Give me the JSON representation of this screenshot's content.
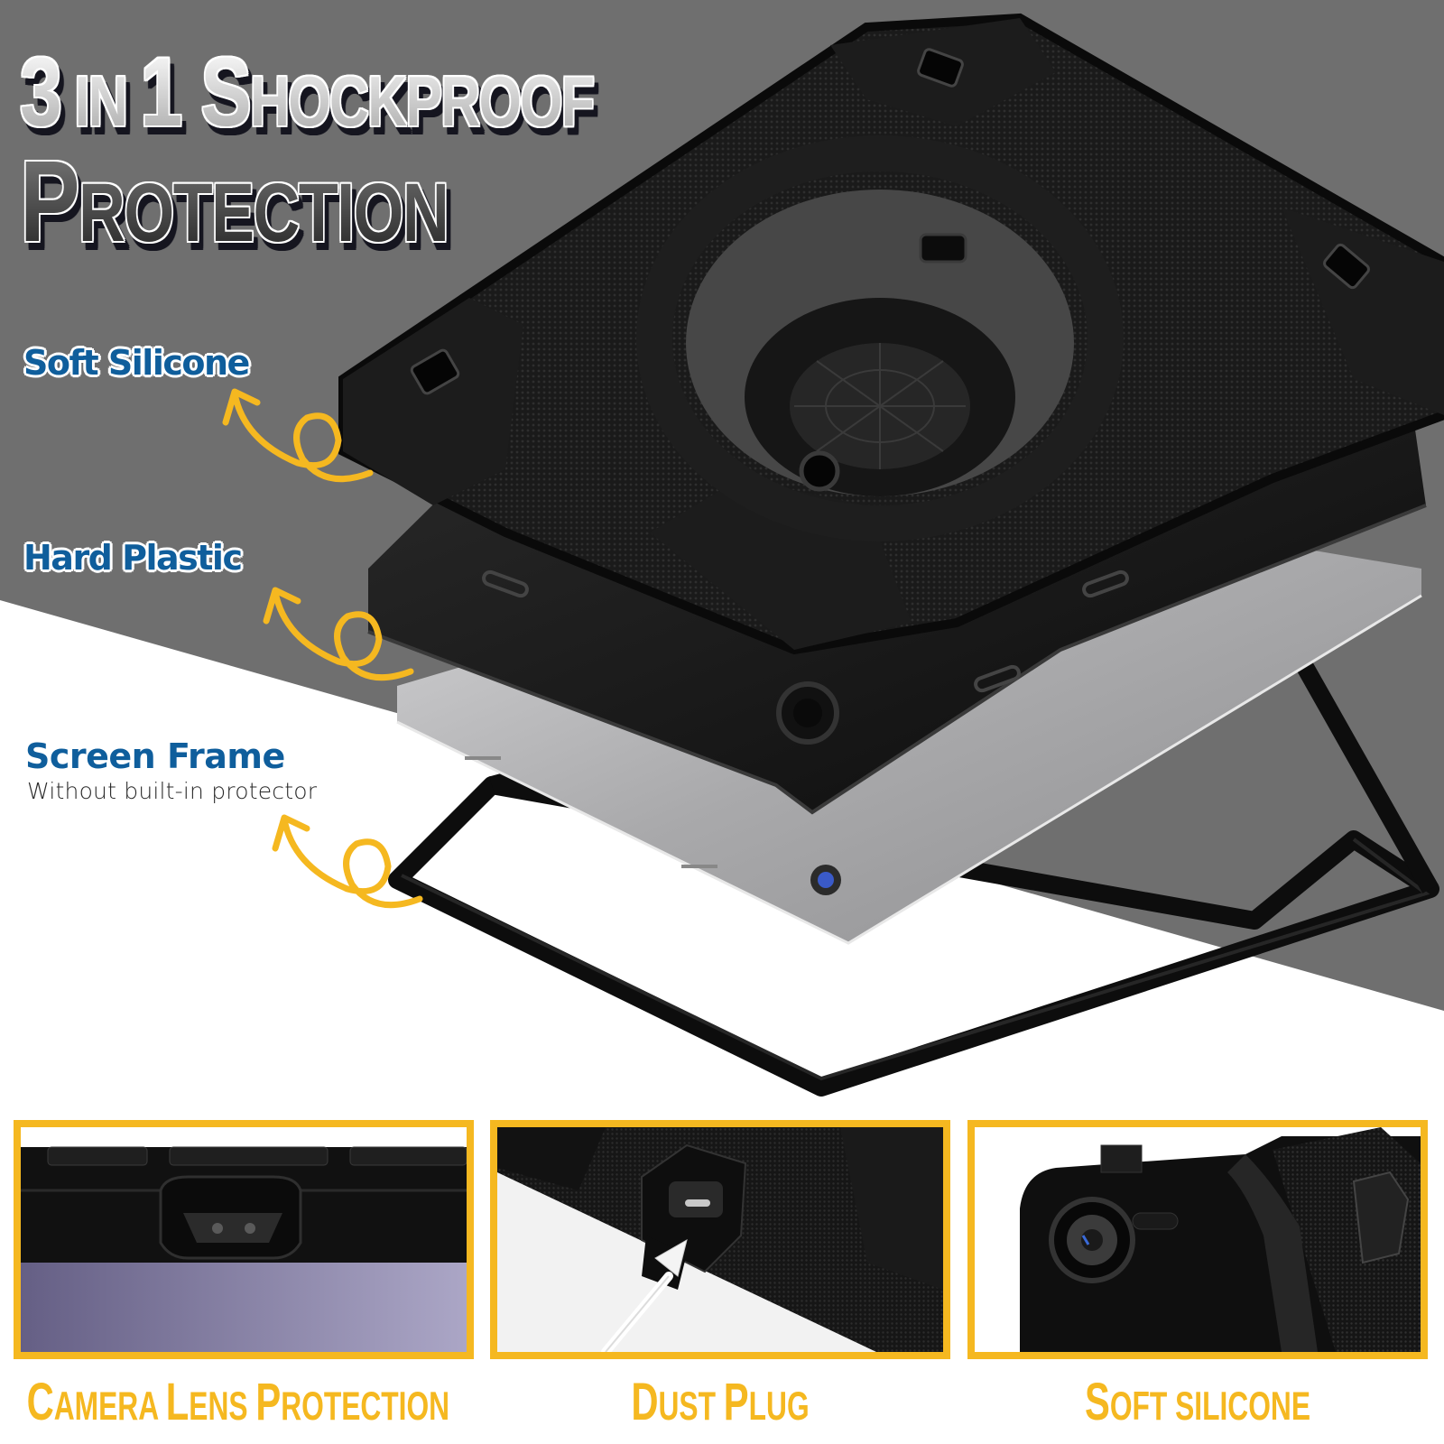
{
  "headline": {
    "line1": {
      "big1": "3",
      "small1": " in ",
      "big2": "1 S",
      "small2": "hockproof"
    },
    "line2": {
      "big": "P",
      "small": "rotection"
    },
    "full_text": "3 in 1 Shockproof Protection"
  },
  "layers": [
    {
      "label": "Soft Silicone"
    },
    {
      "label": "Hard Plastic"
    },
    {
      "label": "Screen Frame",
      "sublabel": "Without built-in protector"
    }
  ],
  "feature_panels": [
    {
      "caption_big": "C",
      "caption_small": "amera ",
      "caption_big2": "L",
      "caption_small2": "ens ",
      "caption_big3": "P",
      "caption_small3": "rotection",
      "caption": "Camera Lens Protection",
      "image": "camera-cutout-closeup"
    },
    {
      "caption_big": "D",
      "caption_small": "ust ",
      "caption_big2": "P",
      "caption_small2": "lug",
      "caption": "Dust Plug",
      "image": "usb-c-port-dust-plug-closeup"
    },
    {
      "caption_big": "S",
      "caption_small": "oft silicone",
      "caption": "Soft silicone",
      "image": "corner-bumper-closeup"
    }
  ],
  "colors": {
    "background_gray": "#6f6f6f",
    "background_white": "#ffffff",
    "accent_yellow": "#f5b820",
    "label_blue": "#0f5e9c",
    "case_black": "#141414",
    "tablet_silver": "#b4b4b6"
  }
}
